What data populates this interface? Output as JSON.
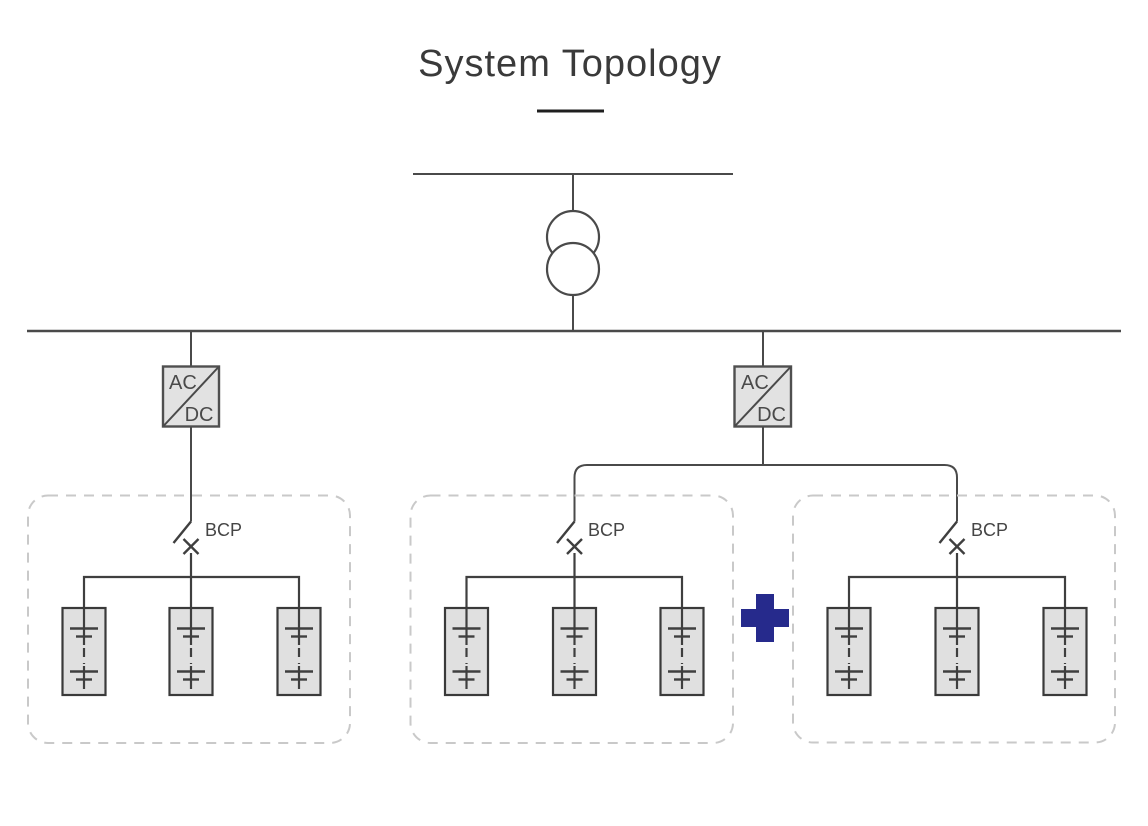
{
  "title": "System Topology",
  "labels": {
    "plus": "+"
  },
  "converters": [
    {
      "top_label": "AC",
      "bottom_label": "DC"
    },
    {
      "top_label": "AC",
      "bottom_label": "DC"
    }
  ],
  "groups": [
    {
      "breaker_label": "BCP",
      "battery_count": 3
    },
    {
      "breaker_label": "BCP",
      "battery_count": 3
    },
    {
      "breaker_label": "BCP",
      "battery_count": 3
    }
  ],
  "colors": {
    "line": "#4a4a4a",
    "title": "#3a3a3a",
    "underline": "#1f1f1f",
    "converter_fill": "#e2e2e2",
    "battery_fill": "#e0e0e0",
    "battery_stroke": "#3a3a3a",
    "dashed_border": "#c9c9c9",
    "plus": "#262a8c"
  }
}
